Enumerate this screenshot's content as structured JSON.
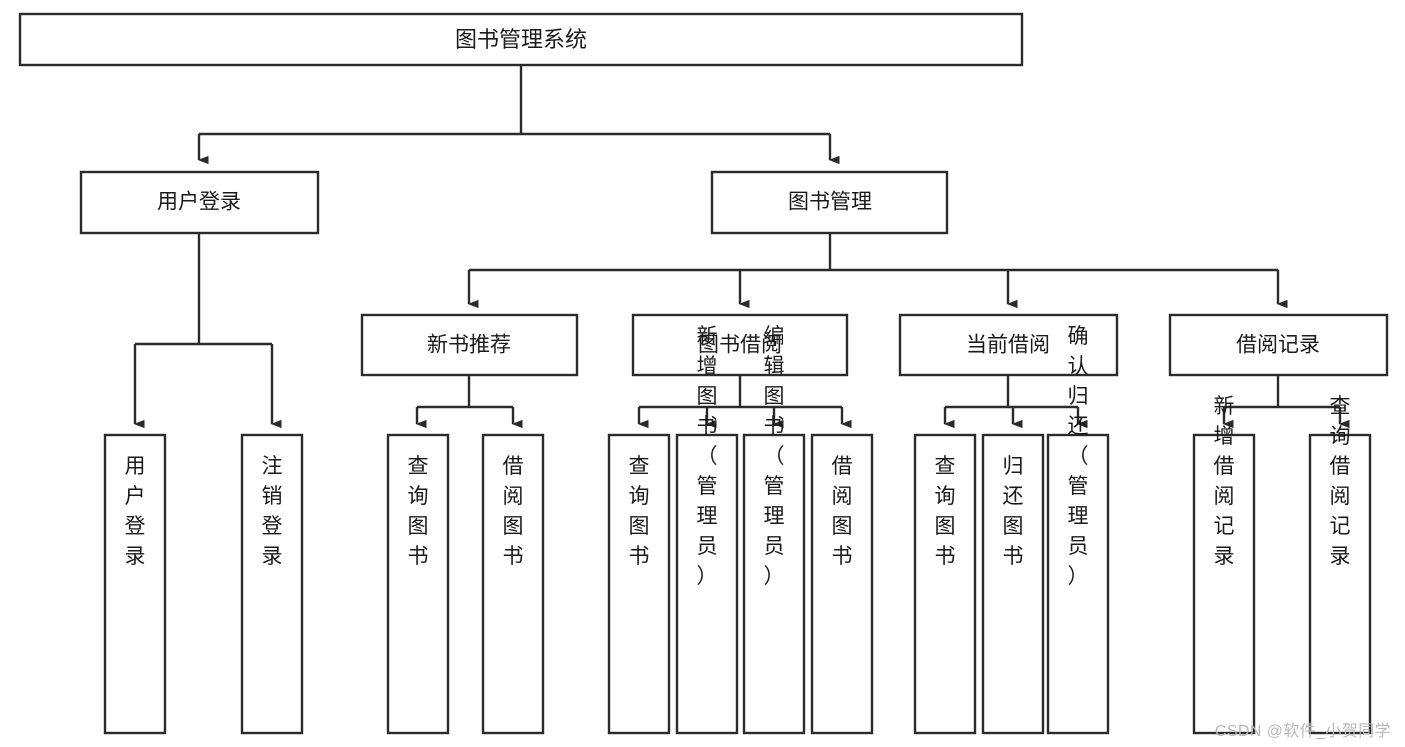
{
  "diagram": {
    "type": "tree",
    "title": "图书管理系统",
    "watermark": "CSDN @软件_小贺同学",
    "colors": {
      "box_stroke": "#2b2b2b",
      "box_fill": "#ffffff",
      "text": "#1a1a1a",
      "background": "#ffffff",
      "watermark": "#b9b9b9"
    },
    "root": {
      "label": "图书管理系统",
      "children": [
        {
          "label": "用户登录",
          "children": [
            {
              "label": "用户登录"
            },
            {
              "label": "注销登录"
            }
          ]
        },
        {
          "label": "图书管理",
          "children": [
            {
              "label": "新书推荐",
              "children": [
                {
                  "label": "查询图书"
                },
                {
                  "label": "借阅图书"
                }
              ]
            },
            {
              "label": "图书借阅",
              "children": [
                {
                  "label": "查询图书"
                },
                {
                  "label": "新增图书（管理员）"
                },
                {
                  "label": "编辑图书（管理员）"
                },
                {
                  "label": "借阅图书"
                }
              ]
            },
            {
              "label": "当前借阅",
              "children": [
                {
                  "label": "查询图书"
                },
                {
                  "label": "归还图书"
                },
                {
                  "label": "确认归还（管理员）"
                }
              ]
            },
            {
              "label": "借阅记录",
              "children": [
                {
                  "label": "新增借阅记录"
                },
                {
                  "label": "查询借阅记录"
                }
              ]
            }
          ]
        }
      ]
    },
    "nodes": {
      "root_title": "图书管理系统",
      "l1_user_login": "用户登录",
      "l1_book_mgmt": "图书管理",
      "l2_new_book": "新书推荐",
      "l2_borrow": "图书借阅",
      "l2_current": "当前借阅",
      "l2_record": "借阅记录",
      "leaf_user_login": "用户登录",
      "leaf_logout": "注销登录",
      "leaf_nb_query": "查询图书",
      "leaf_nb_borrow": "借阅图书",
      "leaf_br_query": "查询图书",
      "leaf_br_add": "新增图书（管理员）",
      "leaf_br_edit": "编辑图书（管理员）",
      "leaf_br_borrow": "借阅图书",
      "leaf_cu_query": "查询图书",
      "leaf_cu_return": "归还图书",
      "leaf_cu_confirm": "确认归还（管理员）",
      "leaf_rc_add": "新增借阅记录",
      "leaf_rc_query": "查询借阅记录"
    }
  }
}
